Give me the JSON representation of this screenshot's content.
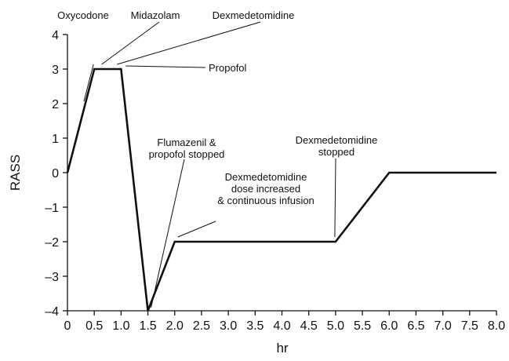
{
  "chart_data": {
    "type": "line",
    "xlabel": "hr",
    "ylabel": "RASS",
    "xlim": [
      0,
      8
    ],
    "ylim": [
      -4,
      4
    ],
    "x_ticks": [
      "0",
      "0.5",
      "1.0",
      "1.5",
      "2.0",
      "2.5",
      "3.0",
      "3.5",
      "4.0",
      "4.5",
      "5.0",
      "5.5",
      "6.0",
      "6.5",
      "7.0",
      "7.5",
      "8.0"
    ],
    "y_ticks": [
      "–4",
      "–3",
      "–2",
      "–1",
      "0",
      "1",
      "2",
      "3",
      "4"
    ],
    "grid": false,
    "series": [
      {
        "x": [
          0,
          0.5,
          1.0,
          1.5,
          2.0,
          5.0,
          6.0,
          8.0
        ],
        "y": [
          0,
          3,
          3,
          -4,
          -2,
          -2,
          0,
          0
        ]
      }
    ],
    "annotations": [
      {
        "lines": [
          "Oxycodone"
        ],
        "anchor_x": 0.5,
        "anchor_y": 3
      },
      {
        "lines": [
          "Midazolam"
        ],
        "anchor_x": 0.55,
        "anchor_y": 3
      },
      {
        "lines": [
          "Dexmedetomidine"
        ],
        "anchor_x": 0.75,
        "anchor_y": 3
      },
      {
        "lines": [
          "Propofol"
        ],
        "anchor_x": 1.0,
        "anchor_y": 3
      },
      {
        "lines": [
          "Flumazenil &",
          "propofol stopped"
        ],
        "anchor_x": 1.5,
        "anchor_y": -4
      },
      {
        "lines": [
          "Dexmedetomidine",
          "dose increased",
          "& continuous infusion"
        ],
        "anchor_x": 2.0,
        "anchor_y": -2
      },
      {
        "lines": [
          "Dexmedetomidine",
          "stopped"
        ],
        "anchor_x": 5.0,
        "anchor_y": -2
      }
    ],
    "line_color": "#111111"
  }
}
